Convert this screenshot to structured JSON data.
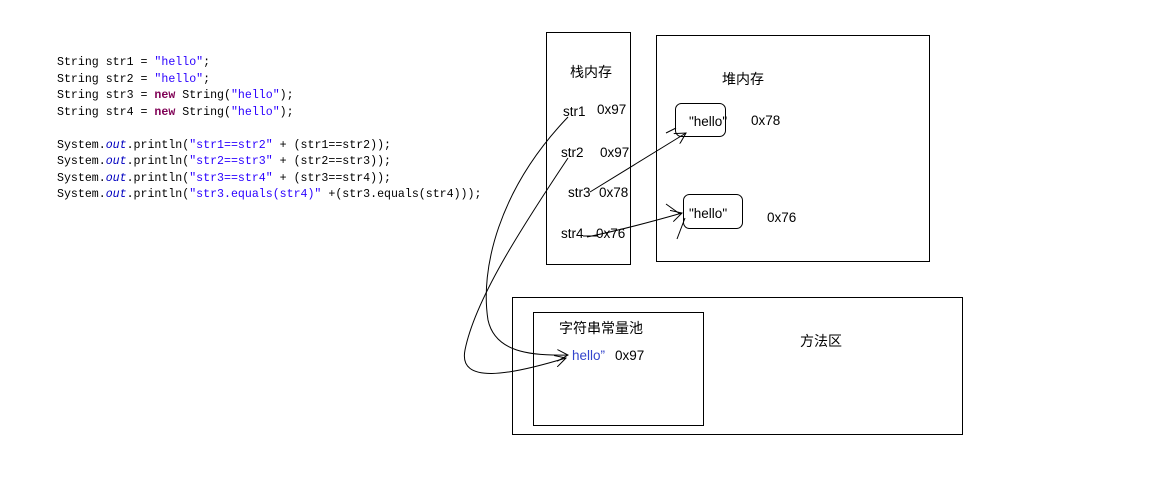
{
  "code": {
    "lines": [
      [
        {
          "t": "String str1 = "
        },
        {
          "t": "\"hello\"",
          "c": "str"
        },
        {
          "t": ";"
        }
      ],
      [
        {
          "t": "String str2 = "
        },
        {
          "t": "\"hello\"",
          "c": "str"
        },
        {
          "t": ";"
        }
      ],
      [
        {
          "t": "String str3 = "
        },
        {
          "t": "new",
          "c": "kw"
        },
        {
          "t": " String("
        },
        {
          "t": "\"hello\"",
          "c": "str"
        },
        {
          "t": ");"
        }
      ],
      [
        {
          "t": "String str4 = "
        },
        {
          "t": "new",
          "c": "kw"
        },
        {
          "t": " String("
        },
        {
          "t": "\"hello\"",
          "c": "str"
        },
        {
          "t": ");"
        }
      ],
      [],
      [
        {
          "t": "System."
        },
        {
          "t": "out",
          "c": "fld"
        },
        {
          "t": ".println("
        },
        {
          "t": "\"str1==str2\"",
          "c": "str"
        },
        {
          "t": " + (str1==str2));"
        }
      ],
      [
        {
          "t": "System."
        },
        {
          "t": "out",
          "c": "fld"
        },
        {
          "t": ".println("
        },
        {
          "t": "\"str2==str3\"",
          "c": "str"
        },
        {
          "t": " + (str2==str3));"
        }
      ],
      [
        {
          "t": "System."
        },
        {
          "t": "out",
          "c": "fld"
        },
        {
          "t": ".println("
        },
        {
          "t": "\"str3==str4\"",
          "c": "str"
        },
        {
          "t": " + (str3==str4));"
        }
      ],
      [
        {
          "t": "System."
        },
        {
          "t": "out",
          "c": "fld"
        },
        {
          "t": ".println("
        },
        {
          "t": "\"str3.equals(str4)\"",
          "c": "str"
        },
        {
          "t": " +(str3.equals(str4)));"
        }
      ]
    ]
  },
  "stack": {
    "title": "栈内存",
    "vars": [
      {
        "name": "str1",
        "addr": "0x97"
      },
      {
        "name": "str2",
        "addr": "0x97"
      },
      {
        "name": "str3",
        "addr": "0x78"
      },
      {
        "name": "str4",
        "addr": "0x76"
      }
    ]
  },
  "heap": {
    "title": "堆内存",
    "objects": [
      {
        "value": "\"hello\"",
        "addr": "0x78"
      },
      {
        "value": "\"hello\"",
        "addr": "0x76"
      }
    ]
  },
  "method_area": {
    "title": "方法区",
    "pool": {
      "title": "字符串常量池",
      "value": "hello”",
      "addr": "0x97"
    }
  },
  "colors": {
    "string_literal": "#2a00ff",
    "keyword": "#7f0055",
    "field": "#0000c0",
    "pool_text": "#3344cc"
  }
}
